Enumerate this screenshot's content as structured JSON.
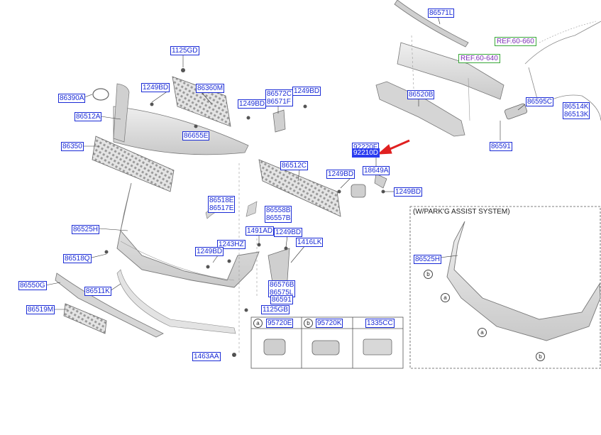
{
  "labels": {
    "p86571L": "86571L",
    "ref1": "REF.60-660",
    "ref2": "REF.60-640",
    "p1125GD": "1125GD",
    "p86360M": "86360M",
    "p1249BD_a": "1249BD",
    "p86390A": "86390A",
    "p86512A": "86512A",
    "p86350": "86350",
    "p86655E": "86655E",
    "p86572C": "86572C",
    "p86571F": "86571F",
    "p1249BD_b": "1249BD",
    "p1249BD_c": "1249BD",
    "p86520B": "86520B",
    "p86595C": "86595C",
    "p86514K": "86514K",
    "p86513K": "86513K",
    "p86591_a": "86591",
    "p92220F": "92220F",
    "p92210D": "92210D",
    "p86512C": "86512C",
    "p1249BD_d": "1249BD",
    "p18649A": "18649A",
    "p1249BD_e": "1249BD",
    "p86518E": "86518E",
    "p86517E": "86517E",
    "p86558B": "86558B",
    "p86557B": "86557B",
    "p86525H": "86525H",
    "p1491AD": "1491AD",
    "p1249BD_f": "1249BD",
    "p1243HZ": "1243HZ",
    "p1249BD_g": "1249BD",
    "p1416LK": "1416LK",
    "p86518Q": "86518Q",
    "p86576B": "86576B",
    "p86575L": "86575L",
    "p86550G": "86550G",
    "p86511K": "86511K",
    "p86591_b": "86591",
    "p86519M": "86519M",
    "p1125GB": "1125GB",
    "p1463AA": "1463AA",
    "p86525H_inset": "86525H"
  },
  "legend": {
    "items": [
      {
        "mark": "a",
        "part": "95720E"
      },
      {
        "mark": "b",
        "part": "95720K"
      },
      {
        "mark": "",
        "part": "1335CC"
      }
    ]
  },
  "inset": {
    "title": "(W/PARK'G ASSIST SYSTEM)",
    "marks": [
      "b",
      "a",
      "a",
      "b"
    ]
  },
  "colors": {
    "part_label": "#1a2bd6",
    "highlight": "#2a3cf0",
    "ref_text": "#7b2fb5",
    "ref_border": "#3aa83a",
    "arrow": "#e02020",
    "line": "#333333",
    "part_fill": "#dcdcdc"
  }
}
